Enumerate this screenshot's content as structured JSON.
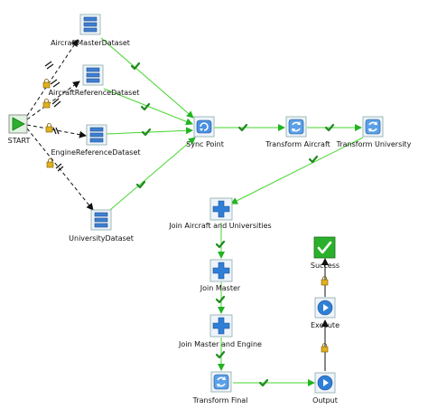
{
  "nodes": {
    "start": {
      "label": "START",
      "icon": "start-play-icon"
    },
    "aircraft_master": {
      "label": "AircraftMasterDataset",
      "icon": "dataset-icon"
    },
    "aircraft_reference": {
      "label": "AircraftReferenceDataset",
      "icon": "dataset-icon"
    },
    "engine_reference": {
      "label": "EngineReferenceDataset",
      "icon": "dataset-icon"
    },
    "university": {
      "label": "UniversityDataset",
      "icon": "dataset-icon"
    },
    "sync_point": {
      "label": "Sync Point",
      "icon": "sync-icon"
    },
    "transform_aircraft": {
      "label": "Transform Aircraft",
      "icon": "transform-icon"
    },
    "transform_university": {
      "label": "Transform University",
      "icon": "transform-icon"
    },
    "join_aircraft_universities": {
      "label": "Join Aircraft and Universities",
      "icon": "join-icon"
    },
    "join_master": {
      "label": "Join Master",
      "icon": "join-icon"
    },
    "join_master_engine": {
      "label": "Join Master and Engine",
      "icon": "join-icon"
    },
    "transform_final": {
      "label": "Transform Final",
      "icon": "transform-icon"
    },
    "output": {
      "label": "Output",
      "icon": "execute-icon"
    },
    "execute": {
      "label": "Execute",
      "icon": "execute-icon"
    },
    "success": {
      "label": "Success",
      "icon": "success-check-icon"
    }
  },
  "colors": {
    "success_hop": "#44d62c",
    "unconditional_hop": "#111111",
    "check": "#1f8a1f",
    "lock": "#e0b020",
    "dataset_blue": "#3f7fd0",
    "join_blue": "#2f7fd6",
    "start_green": "#2bb02b"
  }
}
